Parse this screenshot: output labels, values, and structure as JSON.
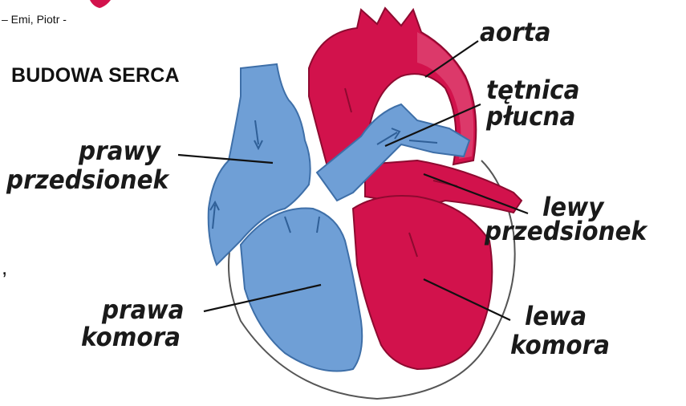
{
  "header": {
    "authors": "– Emi, Piotr -",
    "title": "BUDOWA SERCA",
    "stray_mark": ","
  },
  "labels": {
    "aorta": "aorta",
    "tetnica_line1": "tętnica",
    "tetnica_line2": "płucna",
    "prawy_line1": "prawy",
    "prawy_line2": "przedsionek",
    "lewy_line1": "lewy",
    "lewy_line2": "przedsionek",
    "prawa_line1": "prawa",
    "prawa_line2": "komora",
    "lewa_line1": "lewa",
    "lewa_line2": "komora"
  },
  "colors": {
    "deoxygenated_blue": "#6f9fd6",
    "blue_stroke": "#3e6fa8",
    "oxygenated_red": "#d2124c",
    "red_stroke": "#8e0a30",
    "pericardium_outline": "#555555",
    "leader_line": "#111111"
  }
}
